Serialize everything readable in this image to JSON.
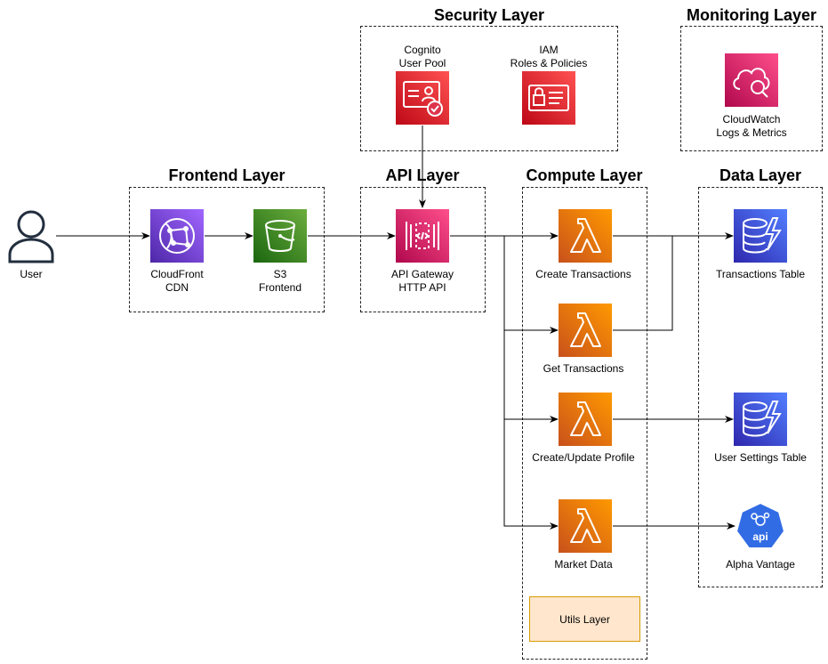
{
  "layers": {
    "security": "Security Layer",
    "monitoring": "Monitoring Layer",
    "frontend": "Frontend Layer",
    "api": "API Layer",
    "compute": "Compute Layer",
    "data": "Data Layer"
  },
  "nodes": {
    "user": "User",
    "cloudfront": [
      "CloudFront",
      "CDN"
    ],
    "s3": [
      "S3",
      "Frontend"
    ],
    "cognito": [
      "Cognito",
      "User Pool"
    ],
    "iam": [
      "IAM",
      "Roles & Policies"
    ],
    "cloudwatch": [
      "CloudWatch",
      "Logs & Metrics"
    ],
    "apigw": [
      "API Gateway",
      "HTTP API"
    ],
    "create_tx": "Create Transactions",
    "get_tx": "Get Transactions",
    "profile": "Create/Update Profile",
    "market": "Market Data",
    "tx_table": "Transactions Table",
    "settings_table": "User Settings Table",
    "alpha": "Alpha Vantage",
    "alpha_badge": "api",
    "utils": "Utils Layer"
  },
  "colors": {
    "compute": "#ed7100",
    "security": "#dd344c",
    "network": "#8c4fff",
    "storage": "#3f8624",
    "management": "#e7157b",
    "database": "#3b48cc",
    "api_badge": "#326ce5",
    "utils_fill": "#ffe6cc",
    "utils_border": "#d79b00"
  }
}
